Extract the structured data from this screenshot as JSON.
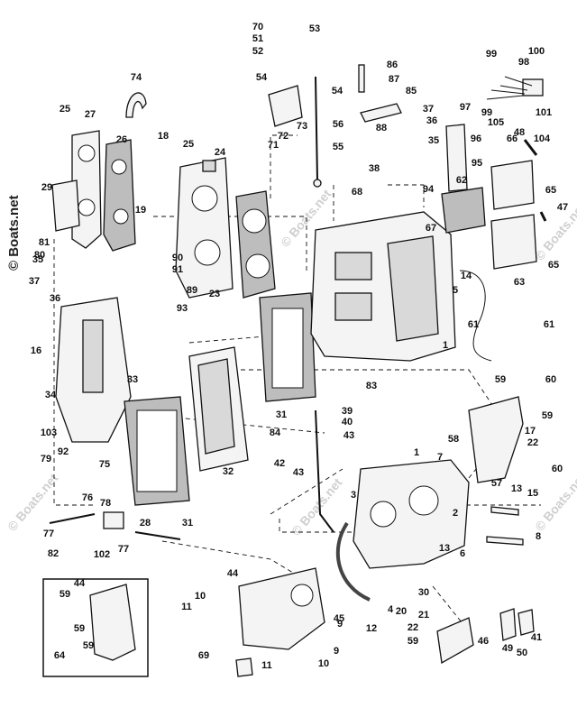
{
  "watermark": {
    "left_text": "© Boats.net",
    "faint_text": "© Boats.net"
  },
  "callouts": [
    "1",
    "2",
    "3",
    "4",
    "5",
    "6",
    "7",
    "8",
    "9",
    "10",
    "11",
    "12",
    "13",
    "14",
    "15",
    "16",
    "17",
    "18",
    "19",
    "20",
    "21",
    "22",
    "23",
    "24",
    "25",
    "26",
    "27",
    "28",
    "29",
    "30",
    "31",
    "32",
    "33",
    "34",
    "35",
    "36",
    "37",
    "38",
    "39",
    "40",
    "41",
    "42",
    "43",
    "44",
    "45",
    "46",
    "47",
    "48",
    "49",
    "50",
    "51",
    "52",
    "53",
    "54",
    "55",
    "56",
    "57",
    "58",
    "59",
    "60",
    "61",
    "62",
    "63",
    "64",
    "65",
    "66",
    "67",
    "68",
    "69",
    "70",
    "71",
    "72",
    "73",
    "74",
    "75",
    "76",
    "77",
    "78",
    "79",
    "80",
    "81",
    "82",
    "83",
    "84",
    "85",
    "86",
    "87",
    "88",
    "89",
    "90",
    "91",
    "92",
    "93",
    "94",
    "95",
    "96",
    "97",
    "98",
    "99",
    "100",
    "101",
    "102",
    "103",
    "104",
    "105"
  ]
}
